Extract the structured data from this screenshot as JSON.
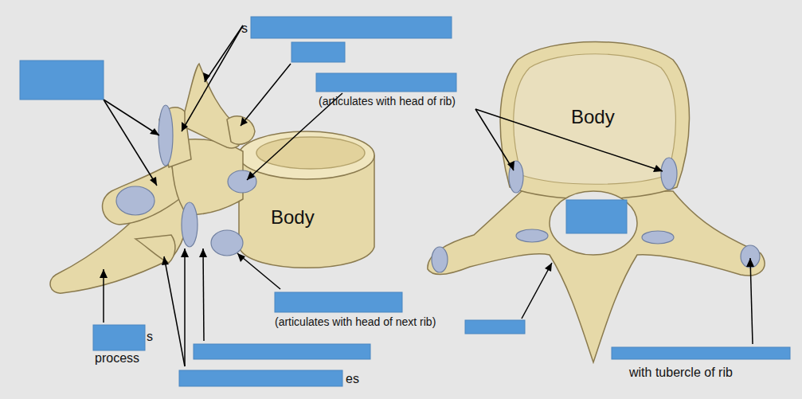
{
  "diagram": {
    "labels": [
      "s",
      "(articulates with head of rib)",
      "Body",
      "Body",
      "(articulates with head of next rib)",
      "s",
      "process",
      "es",
      "with tubercle of rib"
    ]
  }
}
